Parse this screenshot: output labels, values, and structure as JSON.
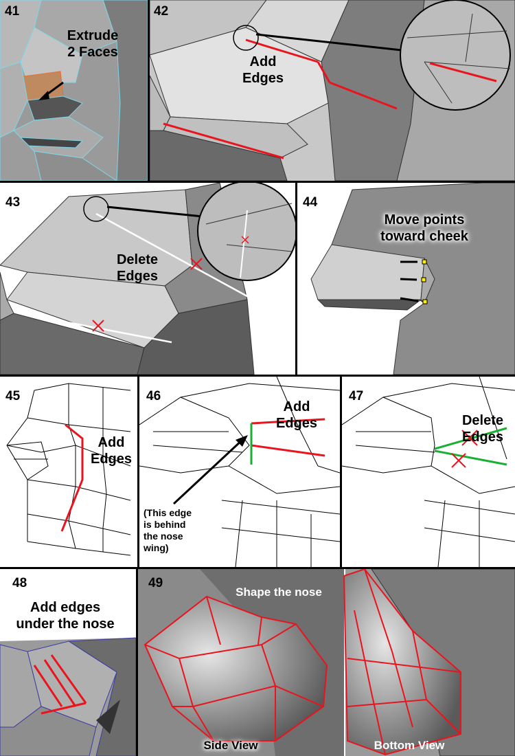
{
  "panels": [
    {
      "number": "41",
      "label_line1": "Extrude",
      "label_line2": "2 Faces"
    },
    {
      "number": "42",
      "label_line1": "Add",
      "label_line2": "Edges"
    },
    {
      "number": "43",
      "label_line1": "Delete",
      "label_line2": "Edges"
    },
    {
      "number": "44",
      "label_line1": "Move points",
      "label_line2": "toward cheek"
    },
    {
      "number": "45",
      "label_line1": "Add",
      "label_line2": "Edges"
    },
    {
      "number": "46",
      "label_line1": "Add",
      "label_line2": "Edges",
      "note_lines": [
        "(This edge",
        "is behind",
        "the nose",
        "wing)"
      ]
    },
    {
      "number": "47",
      "label_line1": "Delete",
      "label_line2": "Edges"
    },
    {
      "number": "48",
      "label_line1": "Add edges",
      "label_line2": "under the nose"
    },
    {
      "number": "49",
      "label_line1": "Shape the nose",
      "side_view": "Side View",
      "bottom_view": "Bottom View"
    }
  ],
  "colors": {
    "highlight_red": "#e8141e",
    "highlight_green": "#18b030",
    "wire_cyan": "#7fd6e8",
    "wire_blue": "#3a3aa0"
  }
}
